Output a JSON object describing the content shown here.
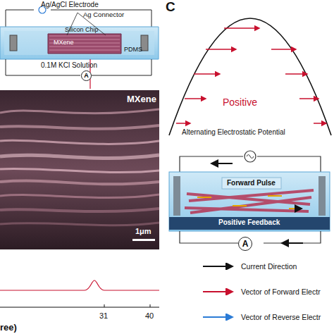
{
  "diagram": {
    "nodes": [
      {
        "text": [
          "A"
        ]
      },
      {
        "text": [
          "A"
        ]
      }
    ],
    "labels": [
      "Ag/AgCl Electrode",
      "Ag Connector",
      "Silicon Chip",
      "MXene",
      "PDMS",
      "0.1M KCl Solution",
      "MXene",
      "1μm",
      "31",
      "40",
      "ree)",
      "C",
      "Positive",
      "Alternating Electrostatic Potential",
      "Forward Pulse",
      "Positive Feedback"
    ],
    "legend": [
      {
        "text": "Current Direction"
      },
      {
        "text": "Vector of Forward Electr"
      },
      {
        "text": "Vector of Reverse Electr"
      }
    ]
  }
}
